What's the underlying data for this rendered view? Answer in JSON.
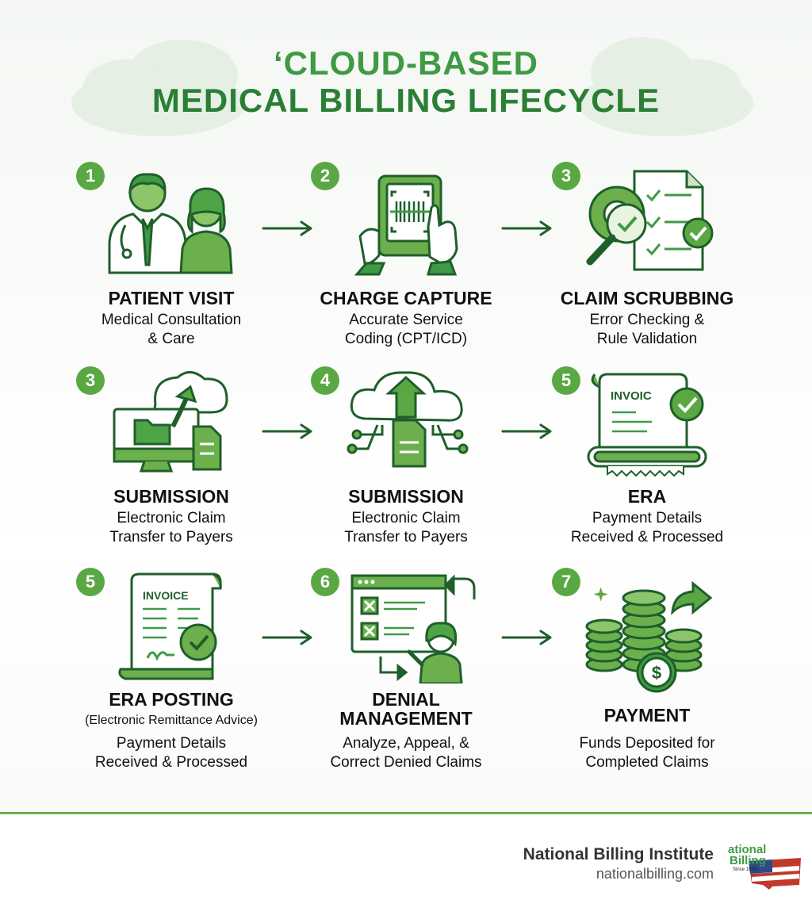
{
  "title": {
    "line1": "‘CLOUD-BASED",
    "line2": "MEDICAL BILLING LIFECYCLE"
  },
  "steps": [
    {
      "num": "1",
      "label": "PATIENT VISIT",
      "desc_line1": "Medical Consultation",
      "desc_line2": "& Care",
      "icon": "doctor-patient-icon"
    },
    {
      "num": "2",
      "label": "CHARGE CAPTURE",
      "desc_line1": "Accurate Service",
      "desc_line2": "Coding (CPT/ICD)",
      "icon": "barcode-tablet-icon"
    },
    {
      "num": "3",
      "label": "CLAIM SCRUBBING",
      "desc_line1": "Error Checking &",
      "desc_line2": "Rule Validation",
      "icon": "gear-magnifier-checklist-icon"
    },
    {
      "num": "3",
      "label": "SUBMISSION",
      "desc_line1": "Electronic Claim",
      "desc_line2": "Transfer to Payers",
      "icon": "computer-cloud-upload-icon"
    },
    {
      "num": "4",
      "label": "SUBMISSION",
      "desc_line1": "Electronic Claim",
      "desc_line2": "Transfer to Payers",
      "icon": "cloud-network-upload-icon"
    },
    {
      "num": "5",
      "label": "ERA",
      "desc_line1": "Payment Details",
      "desc_line2": "Received & Processed",
      "icon": "invoice-scroll-check-icon",
      "icon_text": "INVOIC"
    },
    {
      "num": "5",
      "label": "ERA POSTING",
      "sub": "(Electronic Remittance Advice)",
      "desc_line1": "Payment Details",
      "desc_line2": "Received & Processed",
      "icon": "invoice-signature-check-icon",
      "icon_text": "INVOICE"
    },
    {
      "num": "6",
      "label_line1": "DENIAL",
      "label_line2": "MANAGEMENT",
      "desc_line1": "Analyze, Appeal, &",
      "desc_line2": "Correct Denied Claims",
      "icon": "denial-review-person-icon"
    },
    {
      "num": "7",
      "label": "PAYMENT",
      "desc_line1": "Funds Deposited for",
      "desc_line2": "Completed Claims",
      "icon": "coin-stacks-dollar-icon"
    }
  ],
  "footer": {
    "brand_name": "National Billing Institute",
    "brand_url": "nationalbilling.com",
    "logo_line1": "ational",
    "logo_line2": "Billing",
    "logo_line3": "Since 1995"
  },
  "colors": {
    "primary_green": "#5aa844",
    "dark_green": "#2a7f35",
    "arrow_green": "#1f5f2a"
  }
}
